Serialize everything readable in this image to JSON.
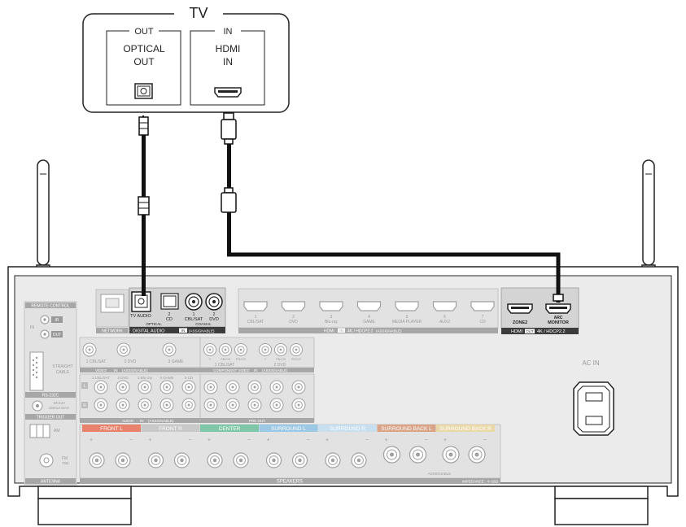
{
  "tv": {
    "title": "TV",
    "out_label": "OUT",
    "in_label": "IN",
    "optical_out_line1": "OPTICAL",
    "optical_out_line2": "OUT",
    "hdmi_in_line1": "HDMI",
    "hdmi_in_line2": "IN"
  },
  "receiver": {
    "network": "NETWORK",
    "remote_control": "REMOTE CONTROL",
    "ir_in": "IN",
    "ir_in_badge": "IR",
    "ir_out": "OUT",
    "rs232c": "RS-232C",
    "straight_cable_1": "STRAIGHT",
    "straight_cable_2": "CABLE",
    "trigger_out": "TRIGGER OUT",
    "trigger_spec_1": "DC12V",
    "trigger_spec_2": "150mA MAX.",
    "antenna": "ANTENNA",
    "am": "AM",
    "fm": "FM",
    "fm_ohm": "75Ω",
    "digital_audio": {
      "jacks": [
        "TV AUDIO",
        "CD",
        "CBL/SAT",
        "DVD"
      ],
      "numbers": [
        "",
        "2",
        "1",
        "2"
      ],
      "optical": "OPTICAL",
      "coaxial": "COAXIAL",
      "footer": "DIGITAL AUDIO",
      "footer_badge": "IN",
      "assignable": "(ASSIGNABLE)"
    },
    "hdmi_in": {
      "numbers": [
        "1",
        "2",
        "3",
        "4",
        "5",
        "6",
        "7"
      ],
      "labels": [
        "CBL/SAT",
        "DVD",
        "Blu-ray",
        "GAME",
        "MEDIA PLAYER",
        "AUX2",
        "CD"
      ],
      "footer": "HDMI",
      "footer_badge": "IN",
      "footer_spec": "4K / HDCP2.2",
      "assignable": "(ASSIGNABLE)"
    },
    "hdmi_out": {
      "zone2": "ZONE2",
      "arc": "ARC",
      "monitor": "MONITOR",
      "footer": "HDMI",
      "footer_badge": "OUT",
      "footer_spec": "4K / HDCP2.2"
    },
    "video_in": {
      "labels": [
        "1 CBL/SAT",
        "2 DVD",
        "3 GAME"
      ],
      "footer": "VIDEO",
      "footer_badge": "IN",
      "assignable": "(ASSIGNABLE)"
    },
    "component": {
      "group1": "1 CBL/SAT",
      "group2": "2 DVD",
      "jack_labels": [
        "Y",
        "PB/CB",
        "PR/CR"
      ],
      "footer": "COMPONENT VIDEO",
      "footer_badge": "IN",
      "assignable": "(ASSIGNABLE)"
    },
    "audio_in": {
      "labels": [
        "1 CBL/SAT",
        "2 DVD",
        "3 Blu-ray",
        "4 GAME",
        "5 CD"
      ],
      "left": "L",
      "right": "R",
      "footer": "AUDIO",
      "footer_badge": "IN",
      "assignable": "(ASSIGNABLE)"
    },
    "preout": {
      "footer": "PRE OUT"
    },
    "speakers": {
      "sections": [
        {
          "label": "FRONT",
          "color": "#e8826d",
          "suffix": "L"
        },
        {
          "label": "FRONT",
          "color": "#c9c9c9",
          "suffix": "R"
        },
        {
          "label": "CENTER",
          "color": "#7fc7a8",
          "suffix": ""
        },
        {
          "label": "SURROUND",
          "color": "#9bc8e4",
          "suffix": "L"
        },
        {
          "label": "SURROUND",
          "color": "#c8dff0",
          "suffix": "R"
        },
        {
          "label": "SURROUND BACK",
          "color": "#d9a487",
          "suffix": "L"
        },
        {
          "label": "SURROUND BACK",
          "color": "#ead9a8",
          "suffix": "R"
        }
      ],
      "footer": "SPEAKERS",
      "impedance": "IMPEDANCE : 4~16Ω",
      "assignable": "ASSIGNABLE"
    },
    "ac_in": "AC IN"
  },
  "colors": {
    "panel": "#ebebeb",
    "section": "#d4d4d4",
    "dark": "#3c3c3c",
    "cable": "#111111"
  }
}
